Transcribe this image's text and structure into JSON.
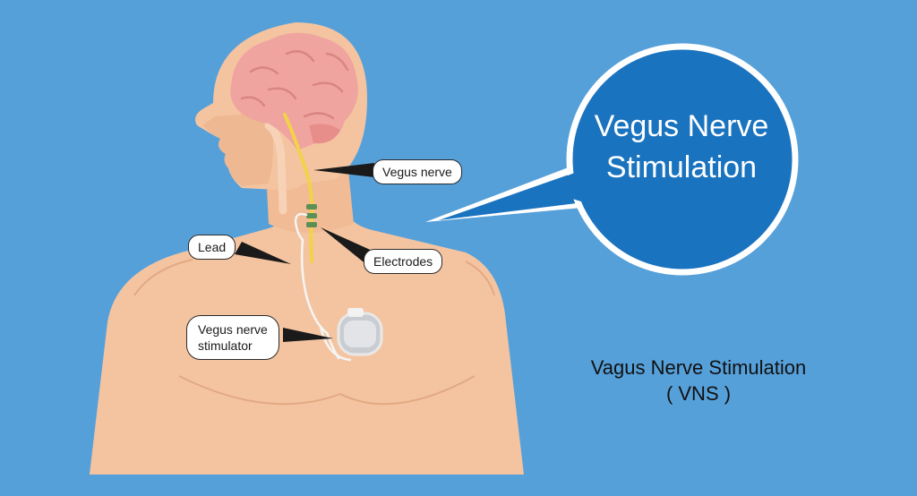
{
  "bubble": {
    "line1": "Vegus Nerve",
    "line2": "Stimulation"
  },
  "labels": {
    "vegus_nerve": "Vegus nerve",
    "lead": "Lead",
    "electrodes": "Electrodes",
    "stimulator_line1": "Vegus nerve",
    "stimulator_line2": "stimulator"
  },
  "caption": {
    "line1": "Vagus Nerve Stimulation",
    "line2": "( VNS )"
  },
  "colors": {
    "background": "#56a0d9",
    "skin": "#f4c4a0",
    "skin_shade": "#eab089",
    "brain": "#f0a4a0",
    "nerve": "#f2d24a",
    "bubble": "#1a73bf",
    "device": "#c9ccd1"
  }
}
